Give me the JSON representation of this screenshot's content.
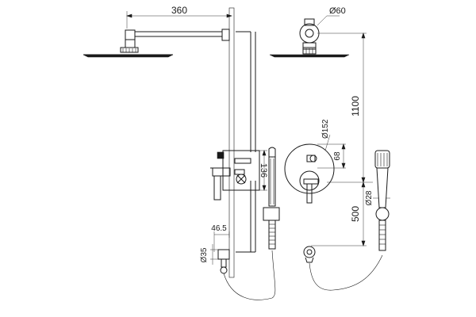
{
  "dimensions": {
    "arm_length": "360",
    "arm_diameter": "Ø60",
    "total_height": "1100",
    "plate_diameter": "Ø152",
    "knob_height": "68",
    "valve_height": "136",
    "bar_height": "500",
    "handle_diameter": "Ø28",
    "outlet_depth": "46.5",
    "outlet_diameter": "Ø35"
  }
}
